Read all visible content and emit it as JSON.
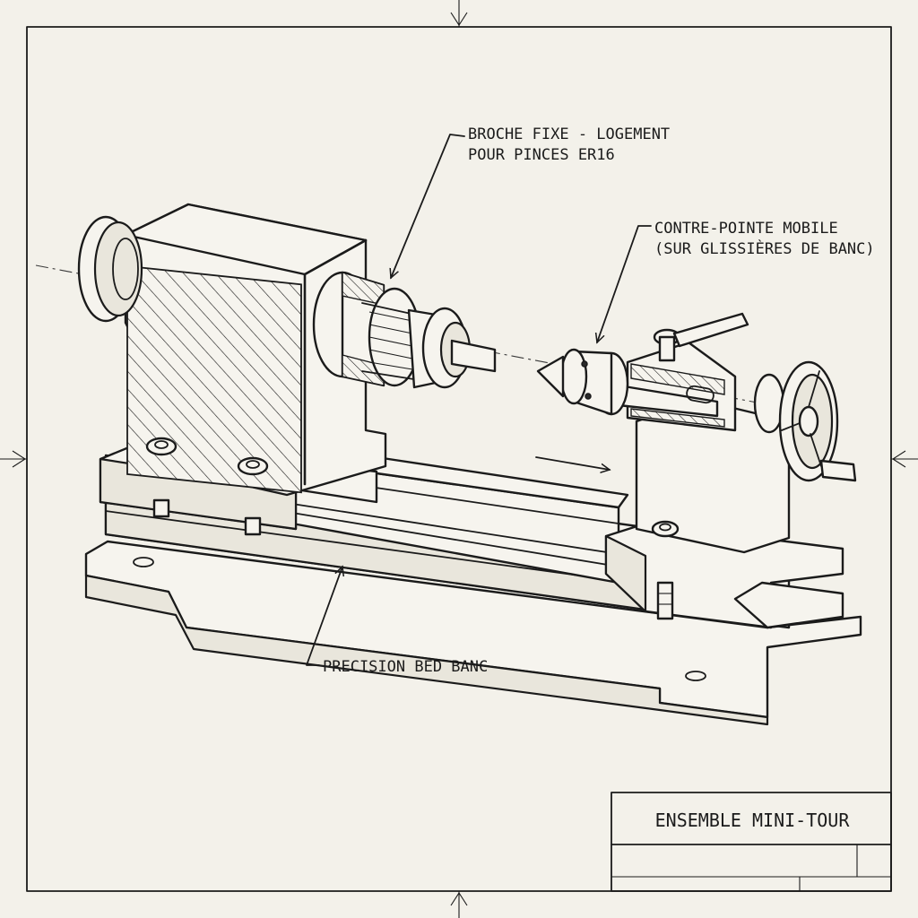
{
  "labels": {
    "spindle_line1": "BROCHE FIXE - LOGEMENT",
    "spindle_line2": "POUR PINCES ER16",
    "tailstock_line1": "CONTRE-POINTE MOBILE",
    "tailstock_line2": "(SUR GLISSIÈRES DE BANC)",
    "bed": "PRECISION BED BANC"
  },
  "title_block": {
    "title": "ENSEMBLE MINI-TOUR"
  },
  "colors": {
    "paper": "#f3f1ea",
    "ink": "#1b1b1b"
  }
}
